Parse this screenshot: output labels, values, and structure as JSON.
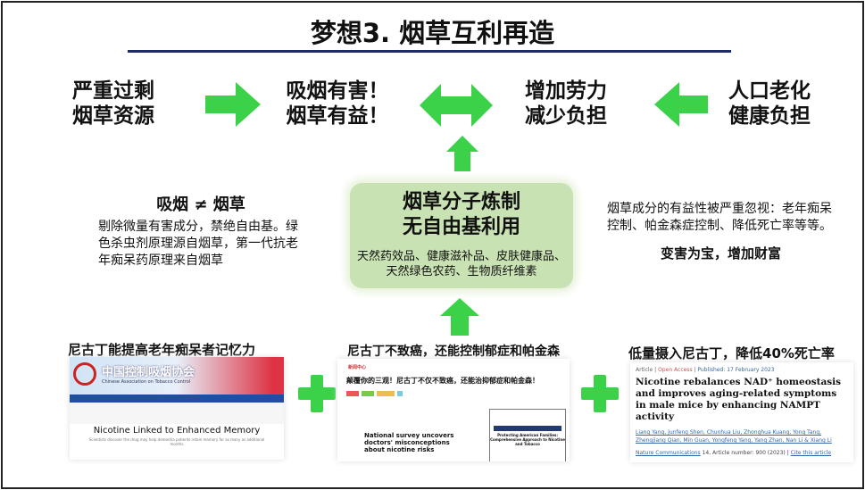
{
  "title": "梦想3. 烟草互利再造",
  "top_row": [
    {
      "line1": "严重过剩",
      "line2": "烟草资源"
    },
    {
      "line1": "吸烟有害！",
      "line2": "烟草有益！"
    },
    {
      "line1": "增加劳力",
      "line2": "减少负担"
    },
    {
      "line1": "人口老化",
      "line2": "健康负担"
    }
  ],
  "left_block": {
    "heading": "吸烟 ≠ 烟草",
    "text": "剔除微量有害成分，禁绝自由基。绿色杀虫剂原理源自烟草，第一代抗老年痴呆药原理来自烟草"
  },
  "center_block": {
    "line1": "烟草分子炼制",
    "line2": "无自由基利用",
    "sub1": "天然药效品、健康滋补品、皮肤健康品、",
    "sub2": "天然绿色农药、生物质纤维素"
  },
  "right_block": {
    "text": "烟草成分的有益性被严重忽视：老年痴呆控制、帕金森症控制、降低死亡率等等。",
    "slogan": "变害为宝，增加财富"
  },
  "evidence": [
    {
      "caption": "尼古丁能提高老年痴呆者记忆力",
      "headline": "Nicotine Linked to Enhanced Memory",
      "sub": "Scientists discover the drug may help dementia patients retain memory for as many as additional months",
      "site": "中国控制吸烟协会",
      "site_en": "Chinese Association on Tobacco Control"
    },
    {
      "caption": "尼古丁不致癌，还能控制郁症和帕金森",
      "site": "新闻中心",
      "headline_cn": "颠覆你的三观！尼古丁不仅不致癌，还能治抑郁症和帕金森！",
      "headline": "National survey uncovers doctors' misconceptions about nicotine risks",
      "inset": "Protecting American Families: Comprehensive Approach to Nicotine and Tobacco"
    },
    {
      "caption": "低量摄入尼古丁，降低40%死亡率",
      "meta1": "Article",
      "meta2": "Open Access",
      "meta3": "Published: 17 February 2023",
      "headline": "Nicotine rebalances NAD⁺ homeostasis and improves aging-related symptoms in male mice by enhancing NAMPT activity",
      "authors": "Liang Yang, Junfeng Shen, Chunhua Liu, Zhonghua Kuang, Yong Tang, Zhengjiang Qian, Min Guan, Yongfeng Yang, Yang Zhan, Nan Li & Xiang Li",
      "journal": "Nature Communications",
      "volume": "14, Article number: 900 (2023)",
      "cite": "Cite this article"
    }
  ],
  "colors": {
    "arrow": "#3bd24a",
    "underline": "#1f2a6b",
    "center_box": "#c9e2b3"
  }
}
